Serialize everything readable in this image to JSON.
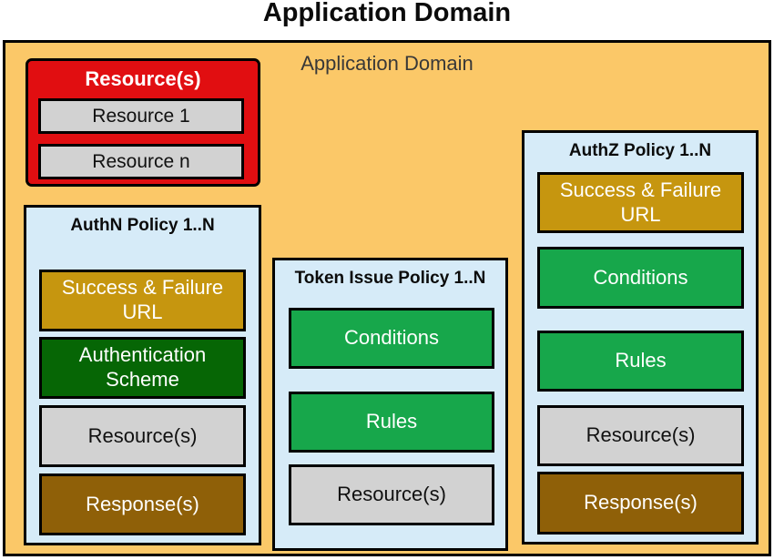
{
  "page_title": "Application Domain",
  "container": {
    "label": "Application Domain"
  },
  "resources_group": {
    "title": "Resource(s)",
    "items": [
      {
        "label": "Resource 1"
      },
      {
        "label": "Resource n"
      }
    ]
  },
  "policies": {
    "authn": {
      "title": "AuthN Policy 1..N",
      "blocks": [
        {
          "label": "Success & Failure URL",
          "type": "gold"
        },
        {
          "label": "Authentication Scheme",
          "type": "dark-green"
        },
        {
          "label": "Resource(s)",
          "type": "gray"
        },
        {
          "label": "Response(s)",
          "type": "brown"
        }
      ]
    },
    "token": {
      "title": "Token Issue Policy 1..N",
      "blocks": [
        {
          "label": "Conditions",
          "type": "green"
        },
        {
          "label": "Rules",
          "type": "green"
        },
        {
          "label": "Resource(s)",
          "type": "gray"
        }
      ]
    },
    "authz": {
      "title": "AuthZ Policy 1..N",
      "blocks": [
        {
          "label": "Success & Failure URL",
          "type": "gold"
        },
        {
          "label": "Conditions",
          "type": "green"
        },
        {
          "label": "Rules",
          "type": "green"
        },
        {
          "label": "Resource(s)",
          "type": "gray"
        },
        {
          "label": "Response(s)",
          "type": "brown"
        }
      ]
    }
  },
  "colors": {
    "container_background": "#FBC868",
    "policy_background": "#D6EBF8",
    "resources_group_red": "#E10E11",
    "gold": "#C6960F",
    "dark_green": "#066605",
    "green": "#17A74B",
    "gray": "#D2D2D2",
    "brown": "#8F6008",
    "border_black": "#000000"
  }
}
